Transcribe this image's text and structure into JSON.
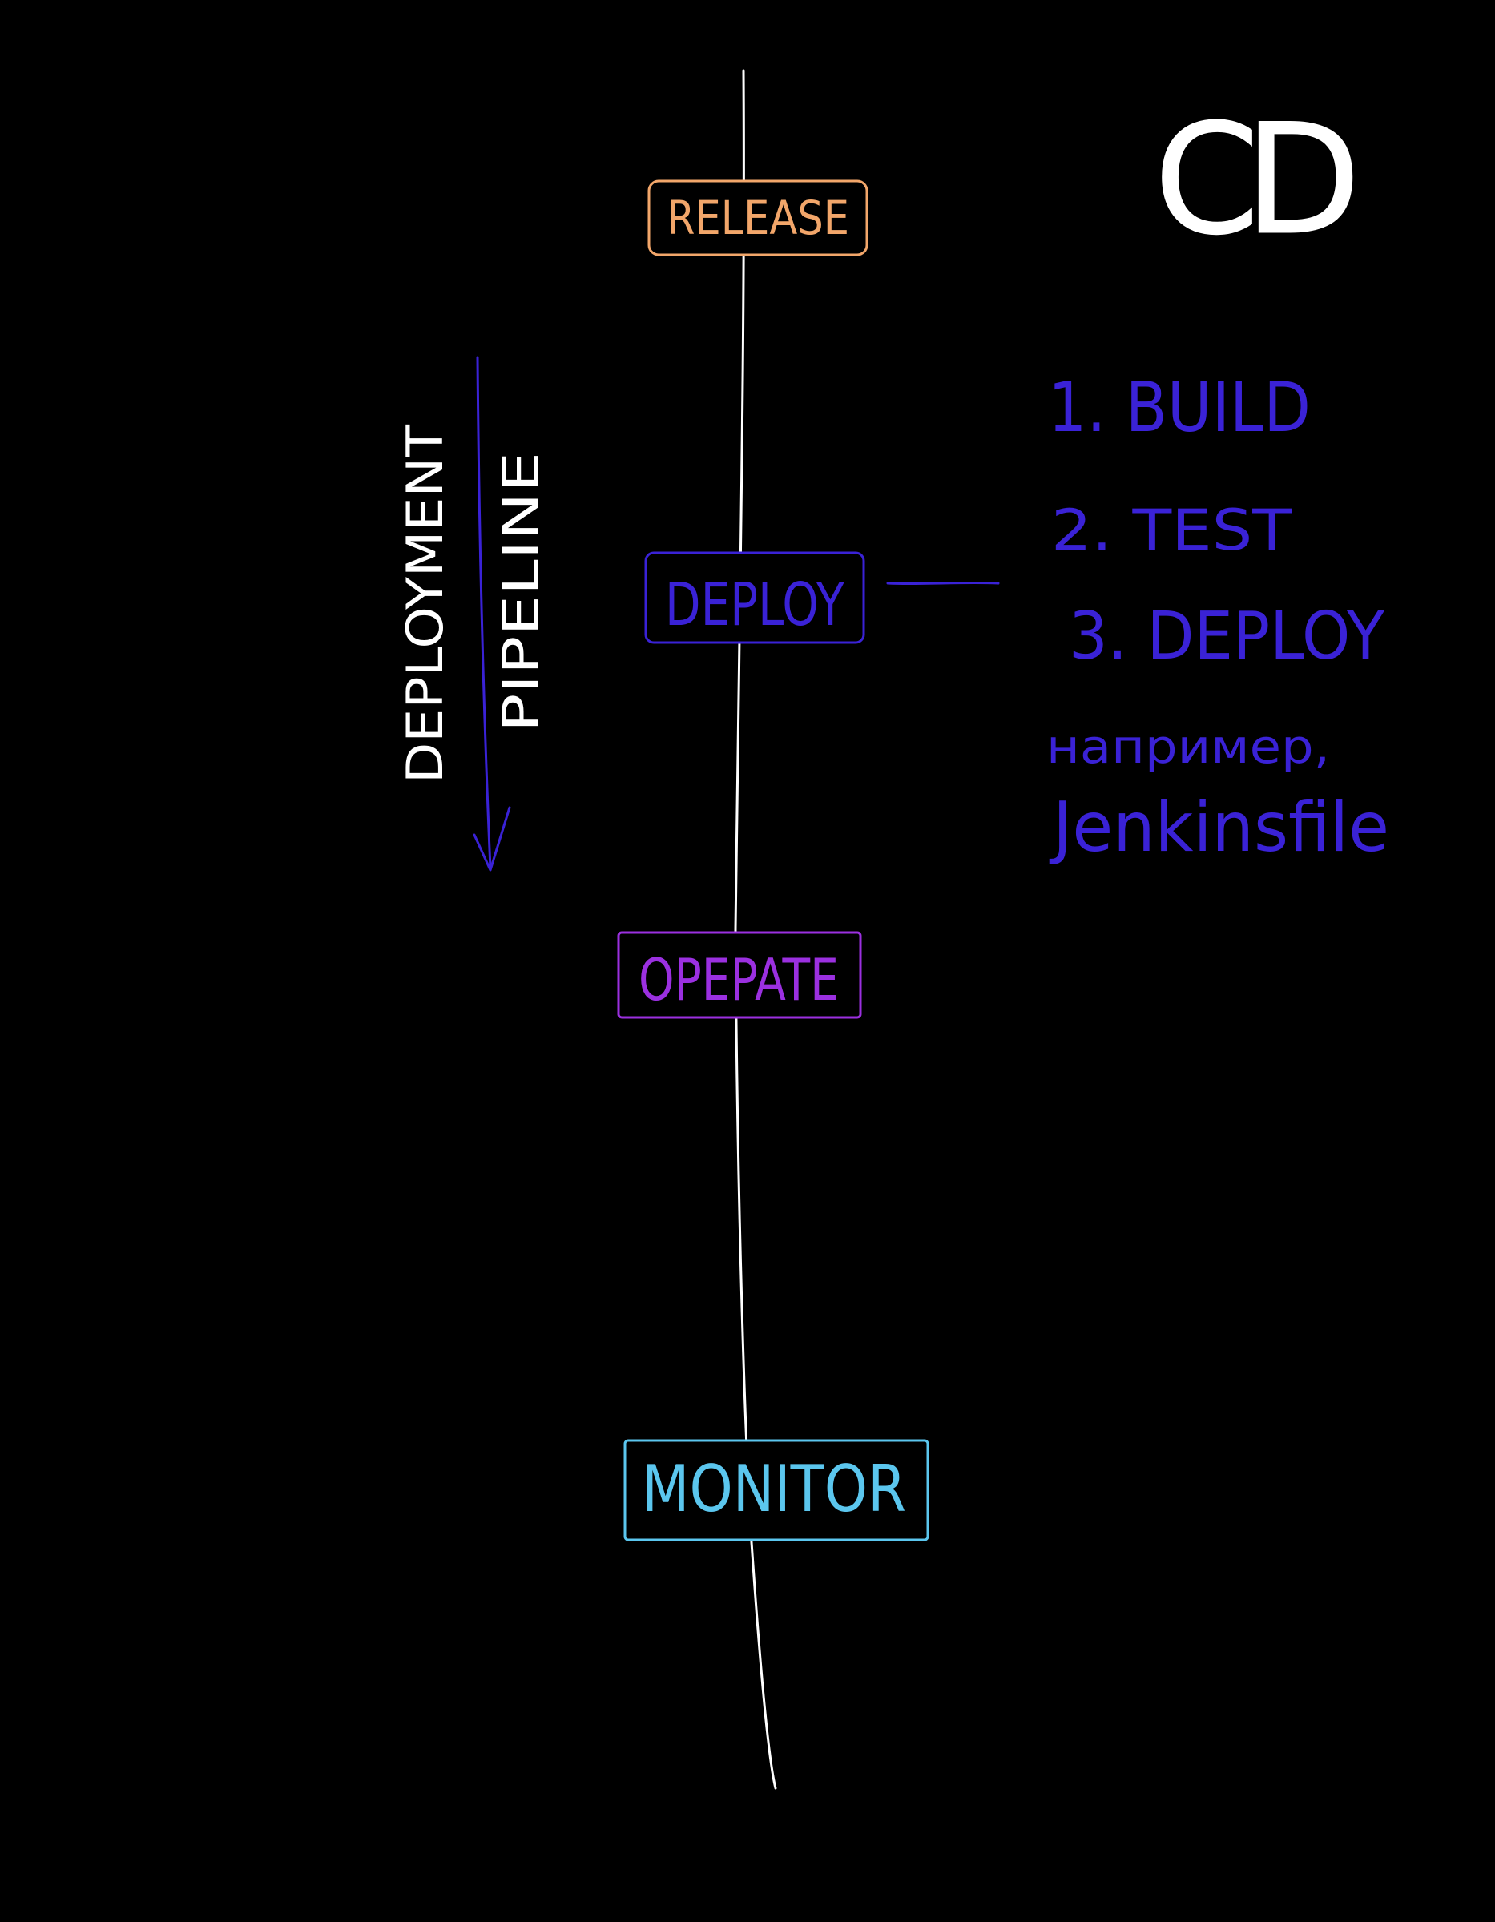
{
  "colors": {
    "background": "#000000",
    "timeline": "#ffffff",
    "release": "#f2a66a",
    "deploy": "#3a22d6",
    "operate": "#9b30e0",
    "monitor": "#5bc6ee",
    "note": "#3a22d6",
    "title": "#ffffff",
    "pipeline_text": "#ffffff",
    "pipeline_arrow": "#3a22d6"
  },
  "title": "CD",
  "stages": {
    "release": "RELEASE",
    "deploy": "DEPLOY",
    "operate": "OPEPATE",
    "monitor": "MONITOR"
  },
  "pipeline": {
    "word1": "DEPLOYMENT",
    "word2": "PIPELINE"
  },
  "steps": [
    "1. BUILD",
    "2. TEST",
    "3. DEPLOY"
  ],
  "note": {
    "line1": "например,",
    "line2": "Jenkinsfile"
  }
}
